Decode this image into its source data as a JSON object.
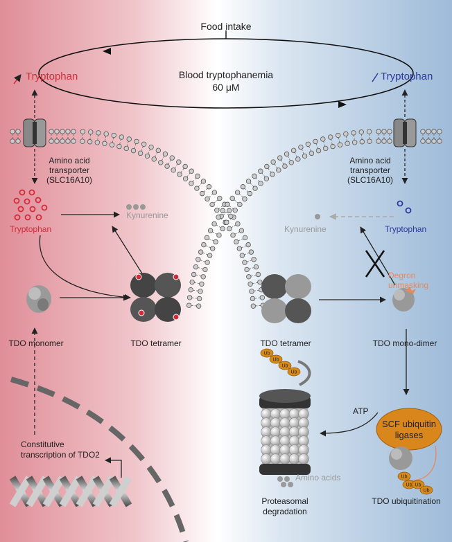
{
  "labels": {
    "food_intake": "Food intake",
    "blood_trp_line1": "Blood tryptophanemia",
    "blood_trp_line2": "60 μM",
    "trp_high": "Tryptophan",
    "trp_low": "Tryptophan",
    "transporter_left": [
      "Amino acid",
      "transporter",
      "(SLC16A10)"
    ],
    "transporter_right": [
      "Amino acid",
      "transporter",
      "(SLC16A10)"
    ],
    "tryptophan_left": "Tryptophan",
    "tryptophan_right": "Tryptophan",
    "kynurenine_left": "Kynurenine",
    "kynurenine_right": "Kynurenine",
    "degron_line1": "Degron",
    "degron_line2": "unmasking",
    "tdo_monomer": "TDO monomer",
    "tdo_tetramer_left": "TDO tetramer",
    "tdo_tetramer_right": "TDO tetramer",
    "tdo_mono_dimer": "TDO mono-dimer",
    "atp": "ATP",
    "scf_line1": "SCF ubiquitin",
    "scf_line2": "ligases",
    "transcription_line1": "Constitutive",
    "transcription_line2": "transcription of  TDO2",
    "amino_acids": "Amino acids",
    "proteasomal_line1": "Proteasomal",
    "proteasomal_line2": "degradation",
    "tdo_ubiquitination": "TDO ubiquitination",
    "ub": "Ub"
  },
  "colors": {
    "high": "#d42a3a",
    "low": "#2d3a9c",
    "ubiquitin": "#d68a1a",
    "degron": "#e58a5e",
    "scf_fill": "#d9861c"
  }
}
